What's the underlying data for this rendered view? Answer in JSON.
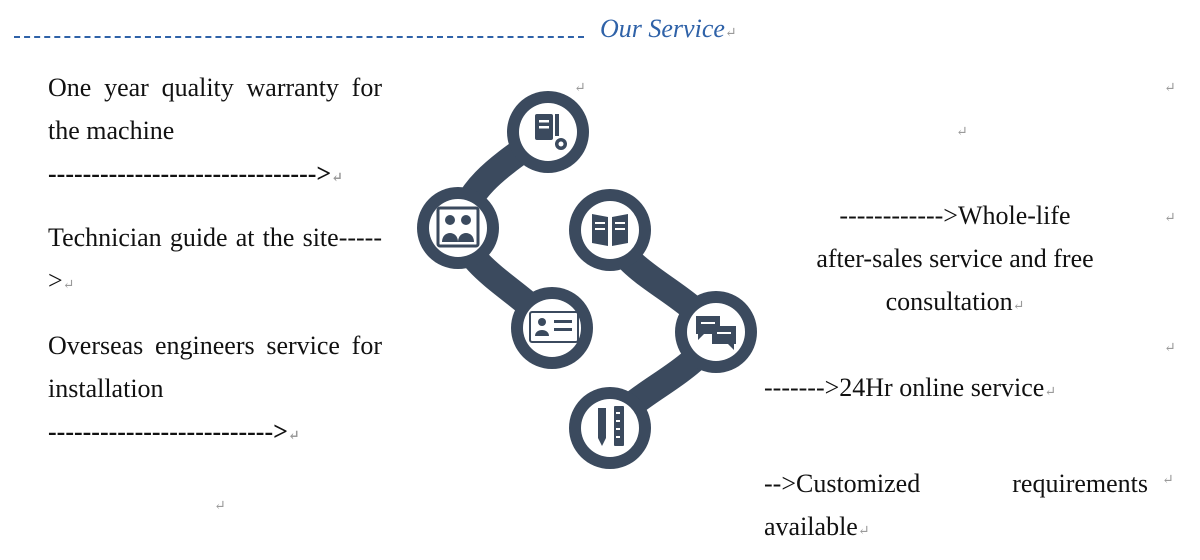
{
  "heading": "Our Service",
  "paragraph_mark": "↵",
  "left": {
    "p1_text": "One year quality warranty for the machine",
    "p1_arrow": "------------------------------->",
    "p2_text": "Technician guide at the site----->",
    "p3_text": "Overseas engineers service for installation",
    "p3_arrow": "-------------------------->"
  },
  "right": {
    "r1_line1": "------------>Whole-life",
    "r1_line2": "after-sales service and free",
    "r1_line3": "consultation",
    "r2": "------->24Hr online service",
    "r3": "-->Customized requirements available"
  },
  "graphic": {
    "color": "#3b4a5e",
    "nodes": [
      {
        "icon": "document-disc-icon"
      },
      {
        "icon": "people-icon"
      },
      {
        "icon": "id-card-icon"
      },
      {
        "icon": "book-icon"
      },
      {
        "icon": "chat-bubbles-icon"
      },
      {
        "icon": "tools-icon"
      }
    ]
  }
}
